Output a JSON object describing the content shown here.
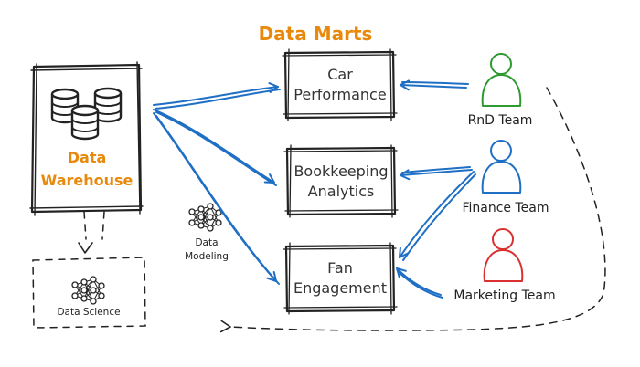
{
  "heading": "Data Marts",
  "warehouse": {
    "label_line1": "Data",
    "label_line2": "Warehouse"
  },
  "data_science": {
    "label": "Data Science"
  },
  "data_modeling": {
    "label_line1": "Data",
    "label_line2": "Modeling"
  },
  "marts": [
    {
      "line1": "Car",
      "line2": "Performance"
    },
    {
      "line1": "Bookkeeping",
      "line2": "Analytics"
    },
    {
      "line1": "Fan",
      "line2": "Engagement"
    }
  ],
  "teams": [
    {
      "label": "RnD Team",
      "color": "#2f9a2f"
    },
    {
      "label": "Finance Team",
      "color": "#1f6fc5"
    },
    {
      "label": "Marketing Team",
      "color": "#d93030"
    }
  ],
  "colors": {
    "accent": "#e8890c",
    "arrow": "#1f6fc5",
    "ink": "#222222"
  },
  "icons": {
    "warehouse": "database-cylinders-icon",
    "network": "neural-network-icon",
    "team": "person-icon"
  }
}
